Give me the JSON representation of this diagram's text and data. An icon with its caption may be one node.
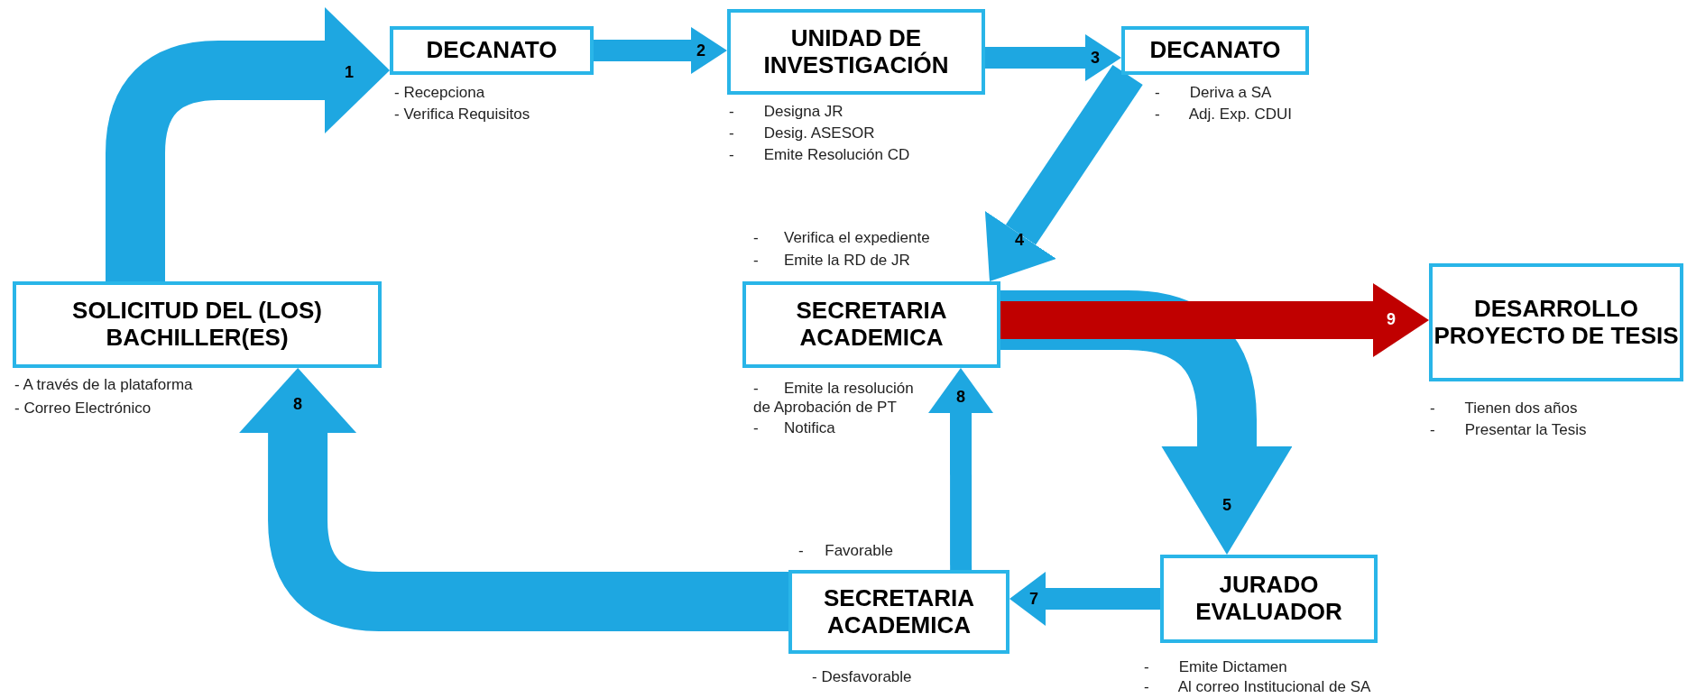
{
  "diagram": {
    "nodes": [
      {
        "text": [
          "SOLICITUD DEL (LOS) BACHILLER(ES)"
        ],
        "beside": [
          "- A través de la plataforma",
          "- Correo Electrónico"
        ]
      },
      {
        "text": [
          "DECANATO"
        ],
        "beside": [
          "- Recepciona",
          "- Verifica Requisitos"
        ]
      },
      {
        "text": [
          "UNIDAD DE INVESTIGACIÓN"
        ],
        "beside": [
          "-       Designa JR",
          "-       Desig. ASESOR",
          "-       Emite Resolución CD"
        ]
      },
      {
        "text": [
          "DECANATO"
        ],
        "beside": [
          "-       Deriva a SA",
          "-       Adj. Exp. CDUI"
        ]
      },
      {
        "text": [
          "SECRETARIA ACADEMICA"
        ],
        "beside": [
          "-      Verifica el expediente",
          "-      Emite la RD de JR",
          "-      Emite la resolución de Aprobación de PT",
          "-      Notifica"
        ]
      },
      {
        "text": [
          "DESARROLLO PROYECTO DE TESIS"
        ],
        "beside": [
          "-       Tienen dos años",
          "-       Presentar la Tesis"
        ]
      },
      {
        "text": [
          "JURADO EVALUADOR"
        ],
        "beside": [
          "-       Emite Dictamen",
          "-       Al correo Institucional de SA"
        ]
      },
      {
        "text": [
          "SECRETARIA ACADEMICA"
        ],
        "beside": [
          "-     Favorable",
          "- Desfavorable"
        ]
      }
    ],
    "edges": [
      {
        "from": 0,
        "to": 1,
        "arrow": "to",
        "label": "1"
      },
      {
        "from": 1,
        "to": 2,
        "arrow": "to",
        "label": "2"
      },
      {
        "from": 2,
        "to": 3,
        "arrow": "to",
        "label": "3"
      },
      {
        "from": 3,
        "to": 4,
        "arrow": "to",
        "label": "4"
      },
      {
        "from": 4,
        "to": 6,
        "arrow": "to",
        "label": "5"
      },
      {
        "from": 4,
        "to": 5,
        "arrow": "to",
        "label": "9",
        "color": "#c00000"
      },
      {
        "from": 6,
        "to": 7,
        "arrow": "to",
        "label": "7"
      },
      {
        "from": 7,
        "to": 4,
        "arrow": "to",
        "label": "8"
      },
      {
        "from": 7,
        "to": 0,
        "arrow": "to",
        "label": "8"
      }
    ]
  }
}
